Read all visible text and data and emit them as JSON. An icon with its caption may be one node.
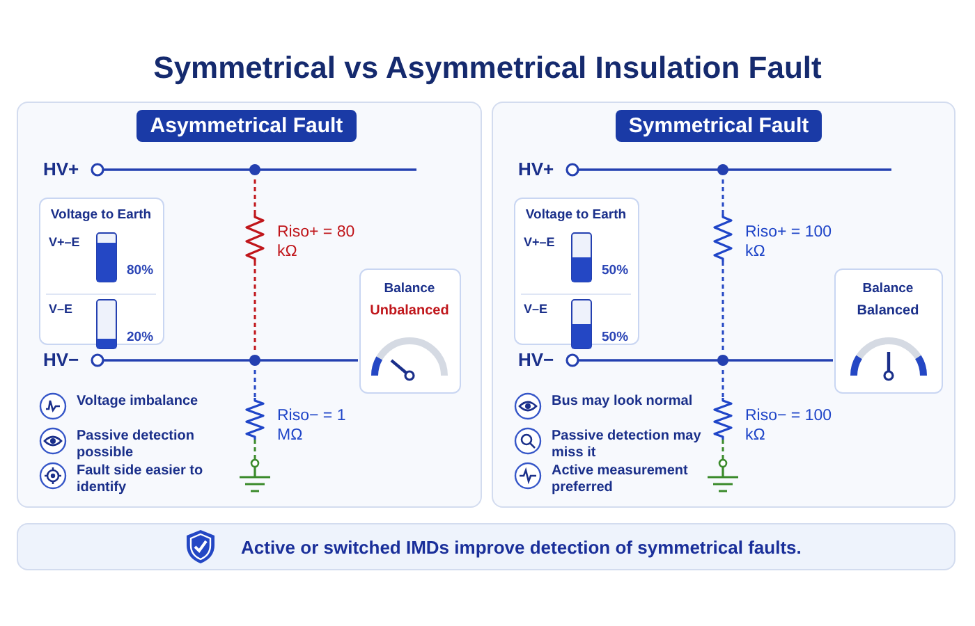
{
  "diagram": {
    "title": "Symmetrical vs Asymmetrical Insulation Fault",
    "nodes": [
      {
        "text": [
          "Asymmetrical Fault"
        ]
      },
      {
        "text": [
          "HV+"
        ],
        "in": 0
      },
      {
        "text": [
          "Voltage to Earth",
          "V+–E",
          "80%",
          "V–E",
          "20%"
        ],
        "in": 0
      },
      {
        "text": [],
        "shape": "resistor",
        "in": 0,
        "beside": [
          "Riso+ = 80 kΩ"
        ]
      },
      {
        "text": [
          "Balance",
          "Unbalanced"
        ],
        "in": 0
      },
      {
        "text": [
          "HV−"
        ],
        "in": 0
      },
      {
        "text": [],
        "shape": "resistor",
        "in": 0,
        "beside": [
          "Riso− = 1 MΩ"
        ]
      },
      {
        "text": [],
        "shape": "ground",
        "in": 0
      },
      {
        "text": [
          "Symmetrical Fault"
        ]
      },
      {
        "text": [
          "HV+"
        ],
        "in": 8
      },
      {
        "text": [
          "Voltage to Earth",
          "V+–E",
          "50%",
          "V–E",
          "50%"
        ],
        "in": 8
      },
      {
        "text": [],
        "shape": "resistor",
        "in": 8,
        "beside": [
          "Riso+ = 100 kΩ"
        ]
      },
      {
        "text": [
          "Balance",
          "Balanced"
        ],
        "in": 8
      },
      {
        "text": [
          "HV−"
        ],
        "in": 8
      },
      {
        "text": [],
        "shape": "resistor",
        "in": 8,
        "beside": [
          "Riso− = 100 kΩ"
        ]
      },
      {
        "text": [],
        "shape": "ground",
        "in": 8
      },
      {
        "text": [
          "Active or switched IMDs improve detection of symmetrical faults."
        ]
      }
    ],
    "edges": [
      {
        "from": 1,
        "to": 3,
        "arrow": "none",
        "style": "dashed",
        "color": "#c0161b"
      },
      {
        "from": 3,
        "to": 5,
        "arrow": "none",
        "style": "dashed",
        "color": "#c0161b"
      },
      {
        "from": 5,
        "to": 6,
        "arrow": "none",
        "style": "dashed"
      },
      {
        "from": 6,
        "to": 7,
        "arrow": "none",
        "style": "dashed",
        "color": "#3a8a2a"
      },
      {
        "from": 9,
        "to": 11,
        "arrow": "none",
        "style": "dashed"
      },
      {
        "from": 11,
        "to": 13,
        "arrow": "none",
        "style": "dashed"
      },
      {
        "from": 13,
        "to": 14,
        "arrow": "none",
        "style": "dashed"
      },
      {
        "from": 14,
        "to": 15,
        "arrow": "none",
        "style": "dashed",
        "color": "#3a8a2a"
      }
    ],
    "labels": [
      "Voltage imbalance",
      "Passive detection possible",
      "Fault side easier to identify",
      "Bus may look normal",
      "Passive detection may miss it",
      "Active measurement preferred"
    ]
  }
}
